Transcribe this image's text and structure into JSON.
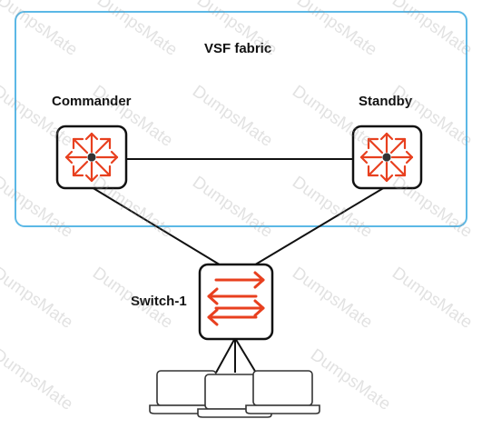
{
  "fabric": {
    "title": "VSF fabric",
    "border_color": "#5bb8e6"
  },
  "nodes": {
    "commander": {
      "label": "Commander",
      "icon": "router-icon"
    },
    "standby": {
      "label": "Standby",
      "icon": "router-icon"
    },
    "switch1": {
      "label": "Switch-1",
      "icon": "switch-icon"
    }
  },
  "endpoints": {
    "count": 3,
    "icon": "laptop-icon"
  },
  "watermark": {
    "text": "DumpsMate"
  },
  "colors": {
    "accent": "#e8401f",
    "line": "#111111"
  }
}
